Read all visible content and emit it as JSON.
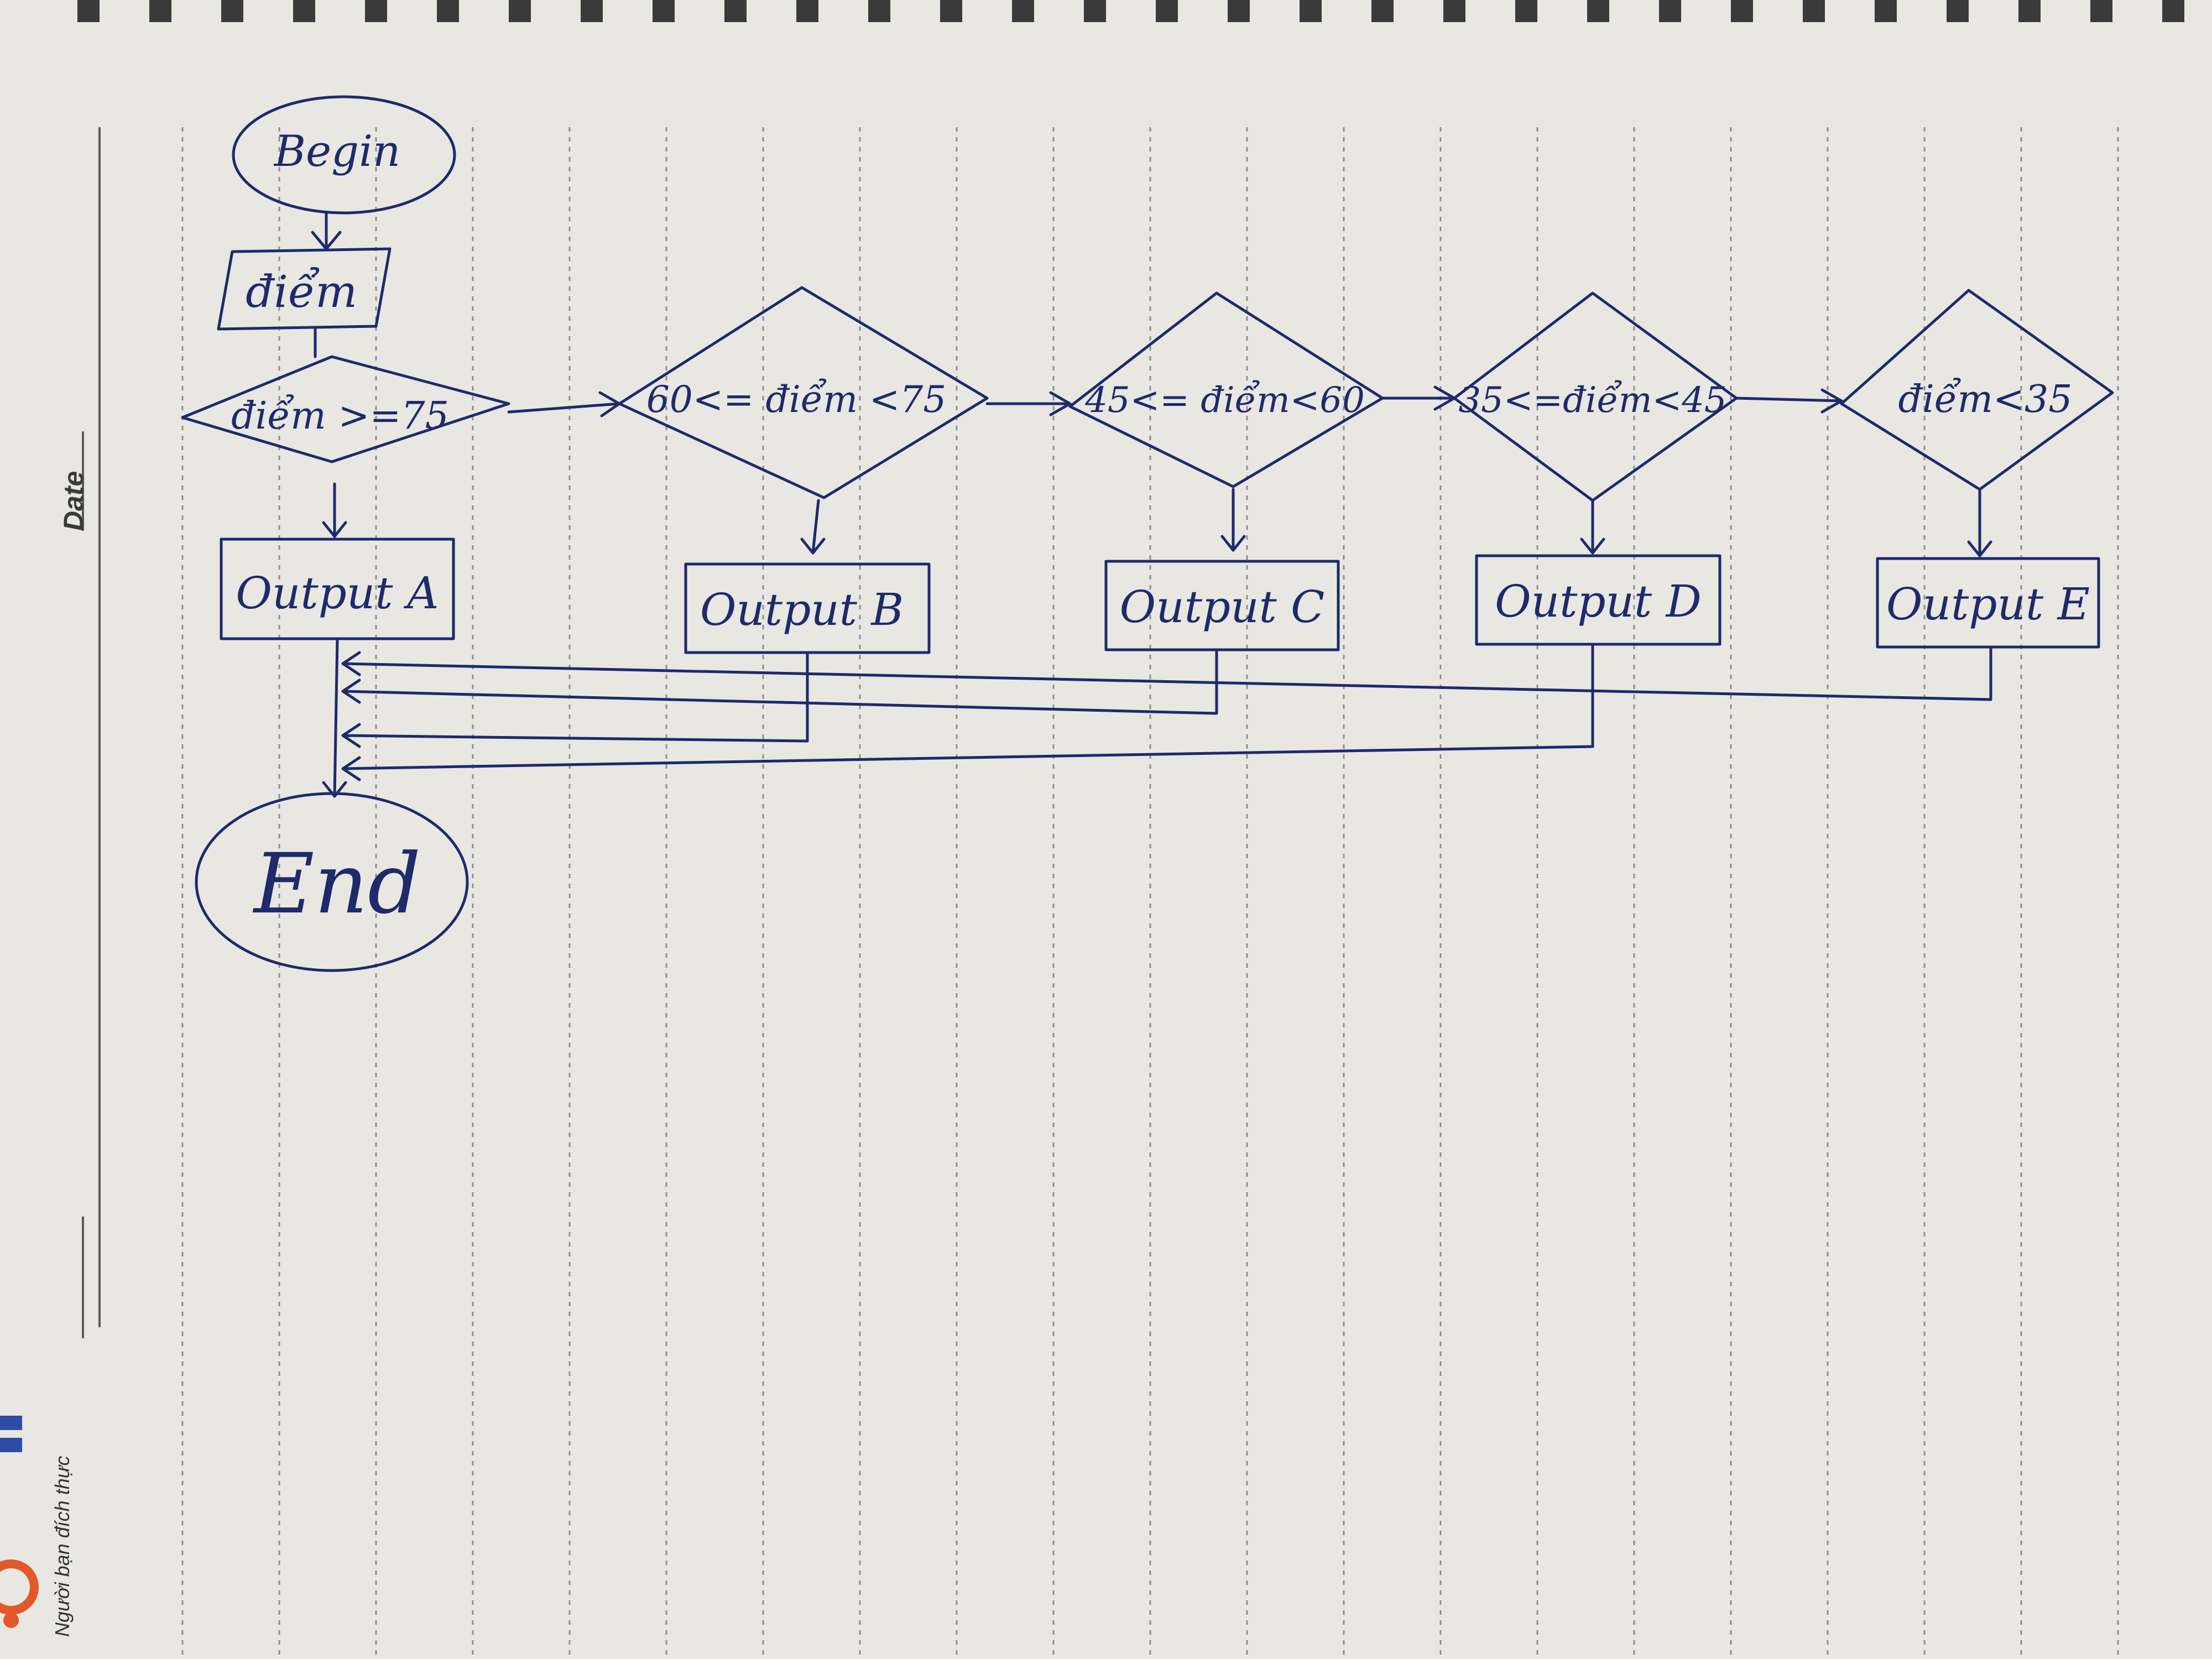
{
  "page": {
    "date_label": "Date",
    "brand_text": "Người bạn đích thực"
  },
  "flowchart": {
    "start": "Begin",
    "input": "điểm",
    "decisions": [
      "điểm >=75",
      "60<= điểm <75",
      "45<= điểm<60",
      "35<=điểm<45",
      "điểm<35"
    ],
    "outputs": [
      "Output A",
      "Output B",
      "Output C",
      "Output D",
      "Output E"
    ],
    "end": "End"
  },
  "colors": {
    "ink": "#1f2a6b",
    "paper": "#e8e7e2",
    "rule_lines": "#8d8d8d",
    "brand_orange": "#e2582a",
    "brand_blue": "#2b4da3"
  }
}
